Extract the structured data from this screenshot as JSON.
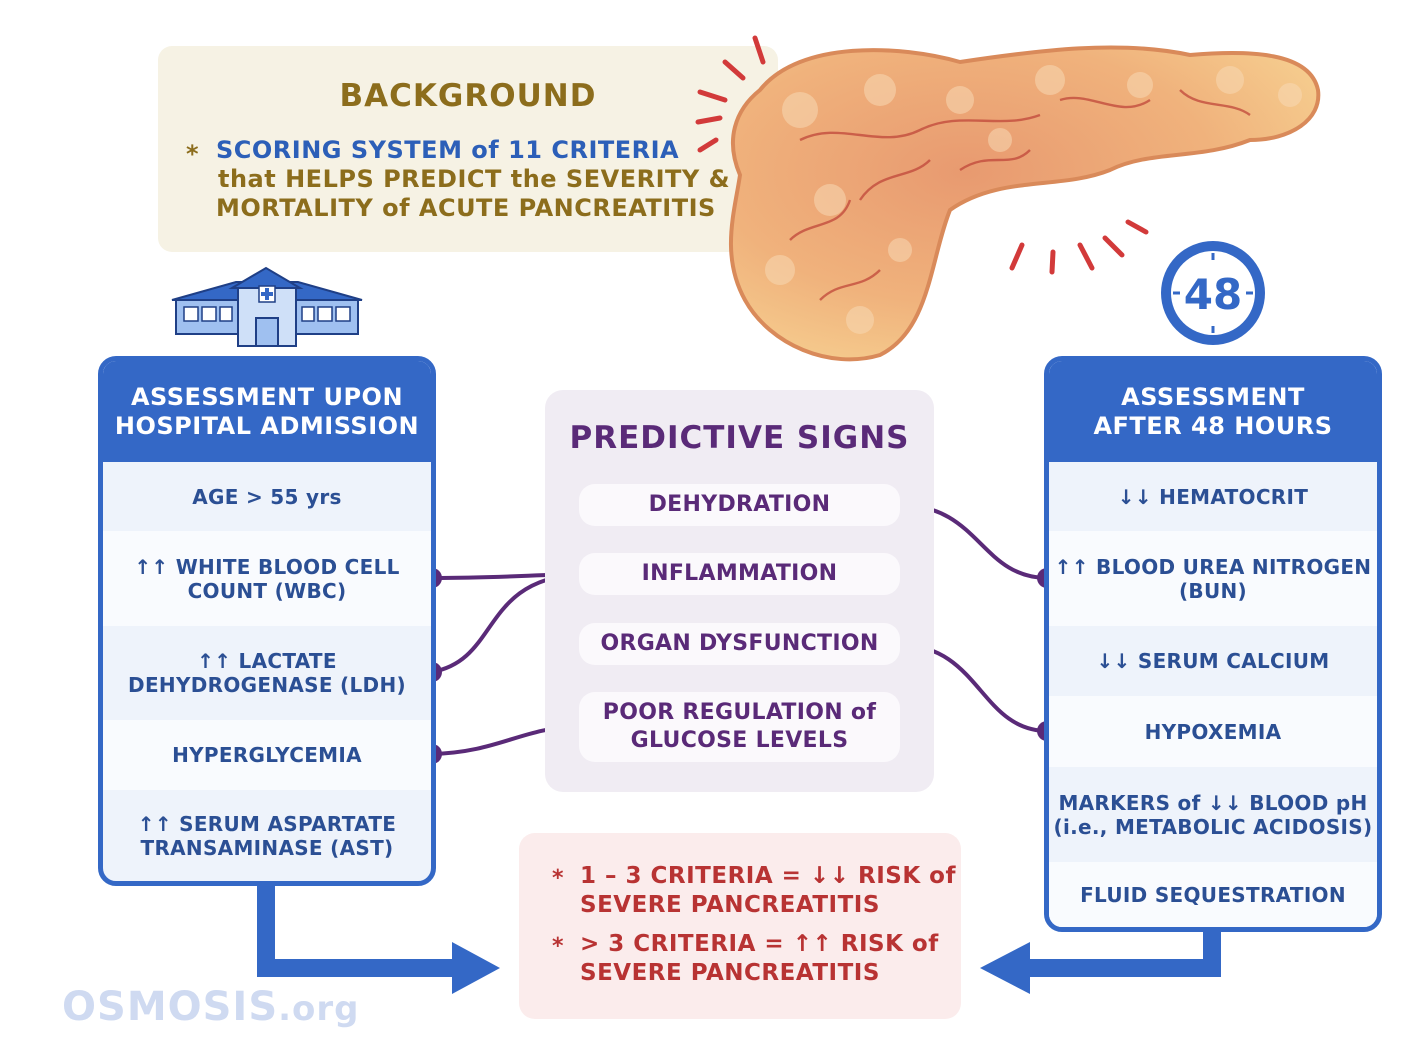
{
  "colors": {
    "blue": "#3468c6",
    "purple": "#5a2a78",
    "red": "#b83333",
    "gold": "#8c6d1c"
  },
  "background": {
    "title": "BACKGROUND",
    "bullet": "*",
    "line1": "SCORING SYSTEM of 11 CRITERIA",
    "line2": "that HELPS PREDICT the SEVERITY &",
    "line3": "MORTALITY of ACUTE PANCREATITIS"
  },
  "icons": {
    "hospital": "hospital-icon",
    "timer": "timer-48-icon",
    "pancreas": "pancreas-illustration"
  },
  "timer_label": "48",
  "admission": {
    "header": "ASSESSMENT UPON\nHOSPITAL ADMISSION",
    "rows": [
      "AGE > 55 yrs",
      "↑↑ WHITE BLOOD CELL\nCOUNT (WBC)",
      "↑↑ LACTATE\nDEHYDROGENASE (LDH)",
      "HYPERGLYCEMIA",
      "↑↑ SERUM ASPARTATE\nTRANSAMINASE (AST)"
    ]
  },
  "after48": {
    "header": "ASSESSMENT\nAFTER 48 HOURS",
    "rows": [
      "↓↓ HEMATOCRIT",
      "↑↑ BLOOD UREA NITROGEN\n(BUN)",
      "↓↓ SERUM CALCIUM",
      "HYPOXEMIA",
      "MARKERS of ↓↓ BLOOD pH\n(i.e., METABOLIC ACIDOSIS)",
      "FLUID SEQUESTRATION"
    ]
  },
  "predictive": {
    "title": "PREDICTIVE SIGNS",
    "signs": [
      "DEHYDRATION",
      "INFLAMMATION",
      "ORGAN DYSFUNCTION",
      "POOR REGULATION of\nGLUCOSE LEVELS"
    ]
  },
  "risk": {
    "bullet": "*",
    "item1_line1": "1 – 3 CRITERIA = ↓↓ RISK of",
    "item1_line2": "SEVERE PANCREATITIS",
    "item2_line1": "> 3 CRITERIA = ↑↑ RISK of",
    "item2_line2": "SEVERE PANCREATITIS"
  },
  "logo": {
    "name": "OSMOSIS",
    "suffix": ".org"
  }
}
